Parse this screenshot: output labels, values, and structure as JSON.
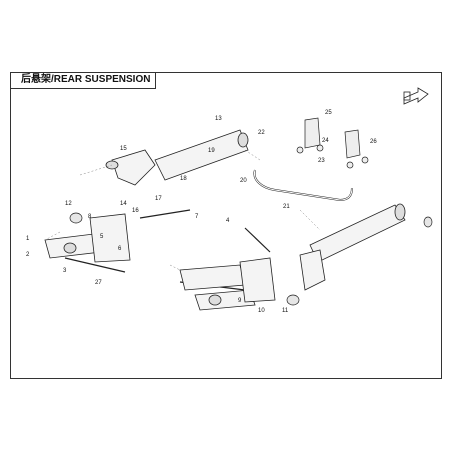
{
  "title": "后悬架/REAR SUSPENSION",
  "callouts": [
    "1",
    "2",
    "3",
    "4",
    "5",
    "6",
    "7",
    "8",
    "9",
    "10",
    "11",
    "12",
    "13",
    "14",
    "15",
    "16",
    "17",
    "18",
    "19",
    "20",
    "21",
    "22",
    "23",
    "24",
    "25",
    "26",
    "27"
  ]
}
